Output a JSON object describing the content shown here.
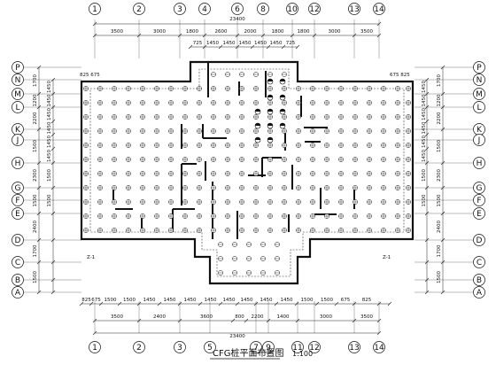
{
  "drawing": {
    "title": "CFG桩平面布置图",
    "scale": "1:100",
    "total_width": "23400"
  },
  "axes": {
    "top": [
      "1",
      "2",
      "3",
      "4",
      "6",
      "8",
      "10",
      "12",
      "13",
      "14"
    ],
    "bottom": [
      "1",
      "2",
      "3",
      "5",
      "7",
      "9",
      "11",
      "12",
      "13",
      "14"
    ],
    "left": [
      "P",
      "N",
      "M",
      "L",
      "K",
      "J",
      "H",
      "G",
      "F",
      "E",
      "D",
      "C",
      "B",
      "A"
    ],
    "right": [
      "P",
      "N",
      "M",
      "L",
      "K",
      "J",
      "H",
      "G",
      "F",
      "E",
      "D",
      "C",
      "B",
      "A"
    ]
  },
  "dimensions": {
    "top_outer": [
      "3500",
      "3000",
      "1800",
      "2600",
      "2000",
      "1800",
      "1800",
      "3000",
      "3500"
    ],
    "top_inner": [
      "725",
      "1450",
      "1450",
      "1450",
      "1450",
      "1450",
      "725"
    ],
    "bottom_detail": [
      "825",
      "675",
      "1500",
      "1500",
      "1450",
      "1450",
      "1450",
      "1450",
      "1450",
      "1450",
      "1450",
      "1450",
      "1500",
      "1500",
      "675",
      "825"
    ],
    "bottom_outer": [
      "3500",
      "2400",
      "3600",
      "800",
      "2200",
      "1400",
      "3000",
      "3500"
    ],
    "left_detail": [
      "1450",
      "1450",
      "1450",
      "1450",
      "1450",
      "1450",
      "1500",
      "1500"
    ],
    "left_outer": [
      "1700",
      "1200",
      "2200",
      "1500",
      "2300",
      "1500",
      "2400",
      "1700",
      "1500"
    ],
    "right_detail": [
      "1450",
      "1450",
      "1450",
      "1450",
      "1450",
      "1450",
      "1500",
      "1500"
    ],
    "right_outer": [
      "1700",
      "1200",
      "2200",
      "1500",
      "2300",
      "1500",
      "2400",
      "1700",
      "1500"
    ],
    "corner_left": "825 675",
    "corner_right": "675 825"
  },
  "legend": {
    "mark_left": "Z-1",
    "mark_right": "Z-1"
  }
}
